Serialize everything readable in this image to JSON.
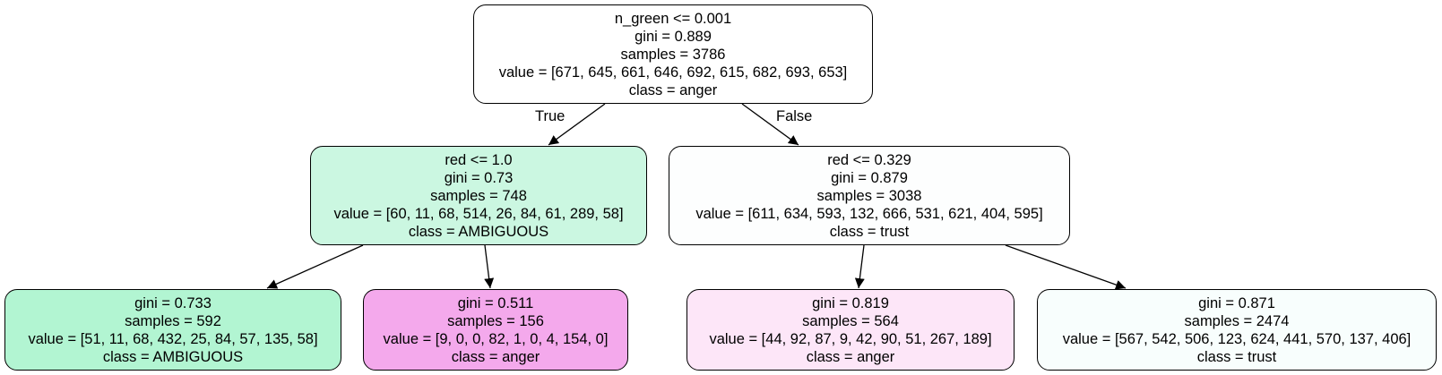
{
  "colors": {
    "root": "#ffffff",
    "left": "#cbf7e1",
    "right": "#fdfefe",
    "leaf_ll": "#b2f5d2",
    "leaf_lr": "#f4a9ec",
    "leaf_rl": "#fde6f8",
    "leaf_rr": "#f8fefd",
    "edge": "#000000"
  },
  "edges": {
    "true_label": "True",
    "false_label": "False"
  },
  "nodes": {
    "root": {
      "split": "n_green <= 0.001",
      "gini": "gini = 0.889",
      "samples": "samples = 3786",
      "value": "value = [671, 645, 661, 646, 692, 615, 682, 693, 653]",
      "class": "class = anger"
    },
    "left": {
      "split": "red <= 1.0",
      "gini": "gini = 0.73",
      "samples": "samples = 748",
      "value": "value = [60, 11, 68, 514, 26, 84, 61, 289, 58]",
      "class": "class = AMBIGUOUS"
    },
    "right": {
      "split": "red <= 0.329",
      "gini": "gini = 0.879",
      "samples": "samples = 3038",
      "value": "value = [611, 634, 593, 132, 666, 531, 621, 404, 595]",
      "class": "class = trust"
    },
    "leaf_ll": {
      "gini": "gini = 0.733",
      "samples": "samples = 592",
      "value": "value = [51, 11, 68, 432, 25, 84, 57, 135, 58]",
      "class": "class = AMBIGUOUS"
    },
    "leaf_lr": {
      "gini": "gini = 0.511",
      "samples": "samples = 156",
      "value": "value = [9, 0, 0, 82, 1, 0, 4, 154, 0]",
      "class": "class = anger"
    },
    "leaf_rl": {
      "gini": "gini = 0.819",
      "samples": "samples = 564",
      "value": "value = [44, 92, 87, 9, 42, 90, 51, 267, 189]",
      "class": "class = anger"
    },
    "leaf_rr": {
      "gini": "gini = 0.871",
      "samples": "samples = 2474",
      "value": "value = [567, 542, 506, 123, 624, 441, 570, 137, 406]",
      "class": "class = trust"
    }
  }
}
